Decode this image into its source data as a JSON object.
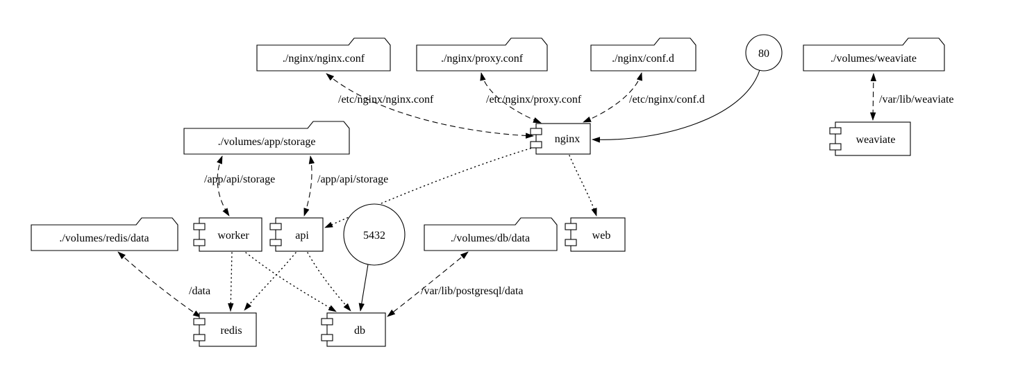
{
  "diagram": {
    "nodes": {
      "folders": {
        "nginx_conf": "./nginx/nginx.conf",
        "proxy_conf": "./nginx/proxy.conf",
        "conf_d": "./nginx/conf.d",
        "volumes_weaviate": "./volumes/weaviate",
        "app_storage": "./volumes/app/storage",
        "redis_data": "./volumes/redis/data",
        "db_data": "./volumes/db/data"
      },
      "ports": {
        "http": "80",
        "postgres": "5432"
      },
      "components": {
        "nginx": "nginx",
        "weaviate": "weaviate",
        "worker": "worker",
        "api": "api",
        "web": "web",
        "redis": "redis",
        "db": "db"
      }
    },
    "edge_labels": {
      "nginx_conf_mount": "/etc/nginx/nginx.conf",
      "proxy_conf_mount": "/etc/nginx/proxy.conf",
      "conf_d_mount": "/etc/nginx/conf.d",
      "weaviate_mount": "/var/lib/weaviate",
      "worker_storage_mount": "/app/api/storage",
      "api_storage_mount": "/app/api/storage",
      "redis_mount": "/data",
      "db_mount": "/var/lib/postgresql/data"
    }
  }
}
